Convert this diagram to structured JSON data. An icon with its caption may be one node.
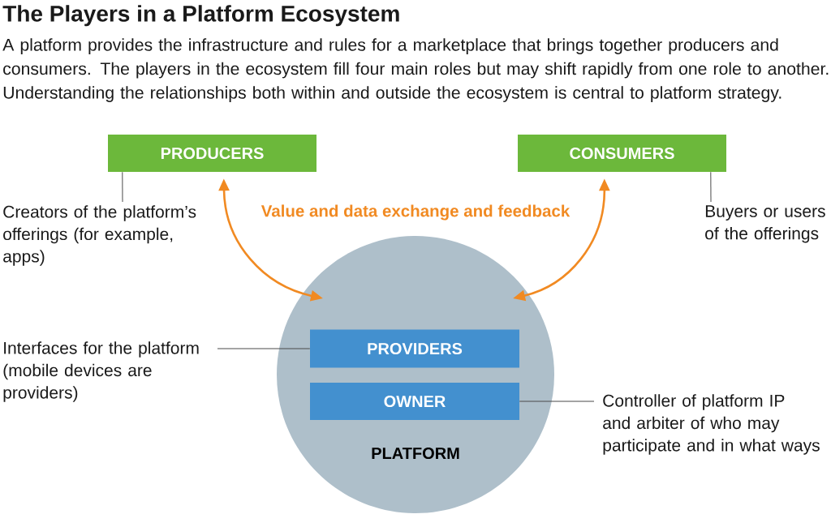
{
  "diagram": {
    "title": "The Players in a Platform Ecosystem",
    "caption": "A platform provides the infrastructure and rules for a marketplace that brings together producers and consumers. The players in the ecosystem fill four main roles but may shift rapidly from one role to another. Understanding the relationships both within and outside the ecosystem is central to platform strategy.",
    "nodes": [
      {
        "text": [
          "PRODUCERS"
        ]
      },
      {
        "text": [
          "CONSUMERS"
        ]
      },
      {
        "text": [
          "Creators of the platform’s offerings (for example, apps)"
        ]
      },
      {
        "text": [
          "Buyers or users of the offerings"
        ]
      },
      {
        "text": [
          "PLATFORM"
        ]
      },
      {
        "text": [
          "PROVIDERS"
        ],
        "in": 4
      },
      {
        "text": [
          "OWNER"
        ],
        "in": 4
      },
      {
        "text": [
          "Interfaces for the platform (mobile devices are providers)"
        ]
      },
      {
        "text": [
          "Controller of platform IP and arbiter of who may participate and in what ways"
        ]
      }
    ],
    "edges": [
      {
        "from": 0,
        "to": 4,
        "arrow": "both",
        "style": "thick",
        "color": "#f18a22"
      },
      {
        "from": 1,
        "to": 4,
        "arrow": "both",
        "style": "thick",
        "color": "#f18a22"
      },
      {
        "from": 2,
        "to": 0,
        "arrow": "none"
      },
      {
        "from": 3,
        "to": 1,
        "arrow": "none"
      },
      {
        "from": 7,
        "to": 5,
        "arrow": "none"
      },
      {
        "from": 8,
        "to": 6,
        "arrow": "none"
      }
    ],
    "labels": [
      "Value and data exchange and feedback"
    ]
  }
}
